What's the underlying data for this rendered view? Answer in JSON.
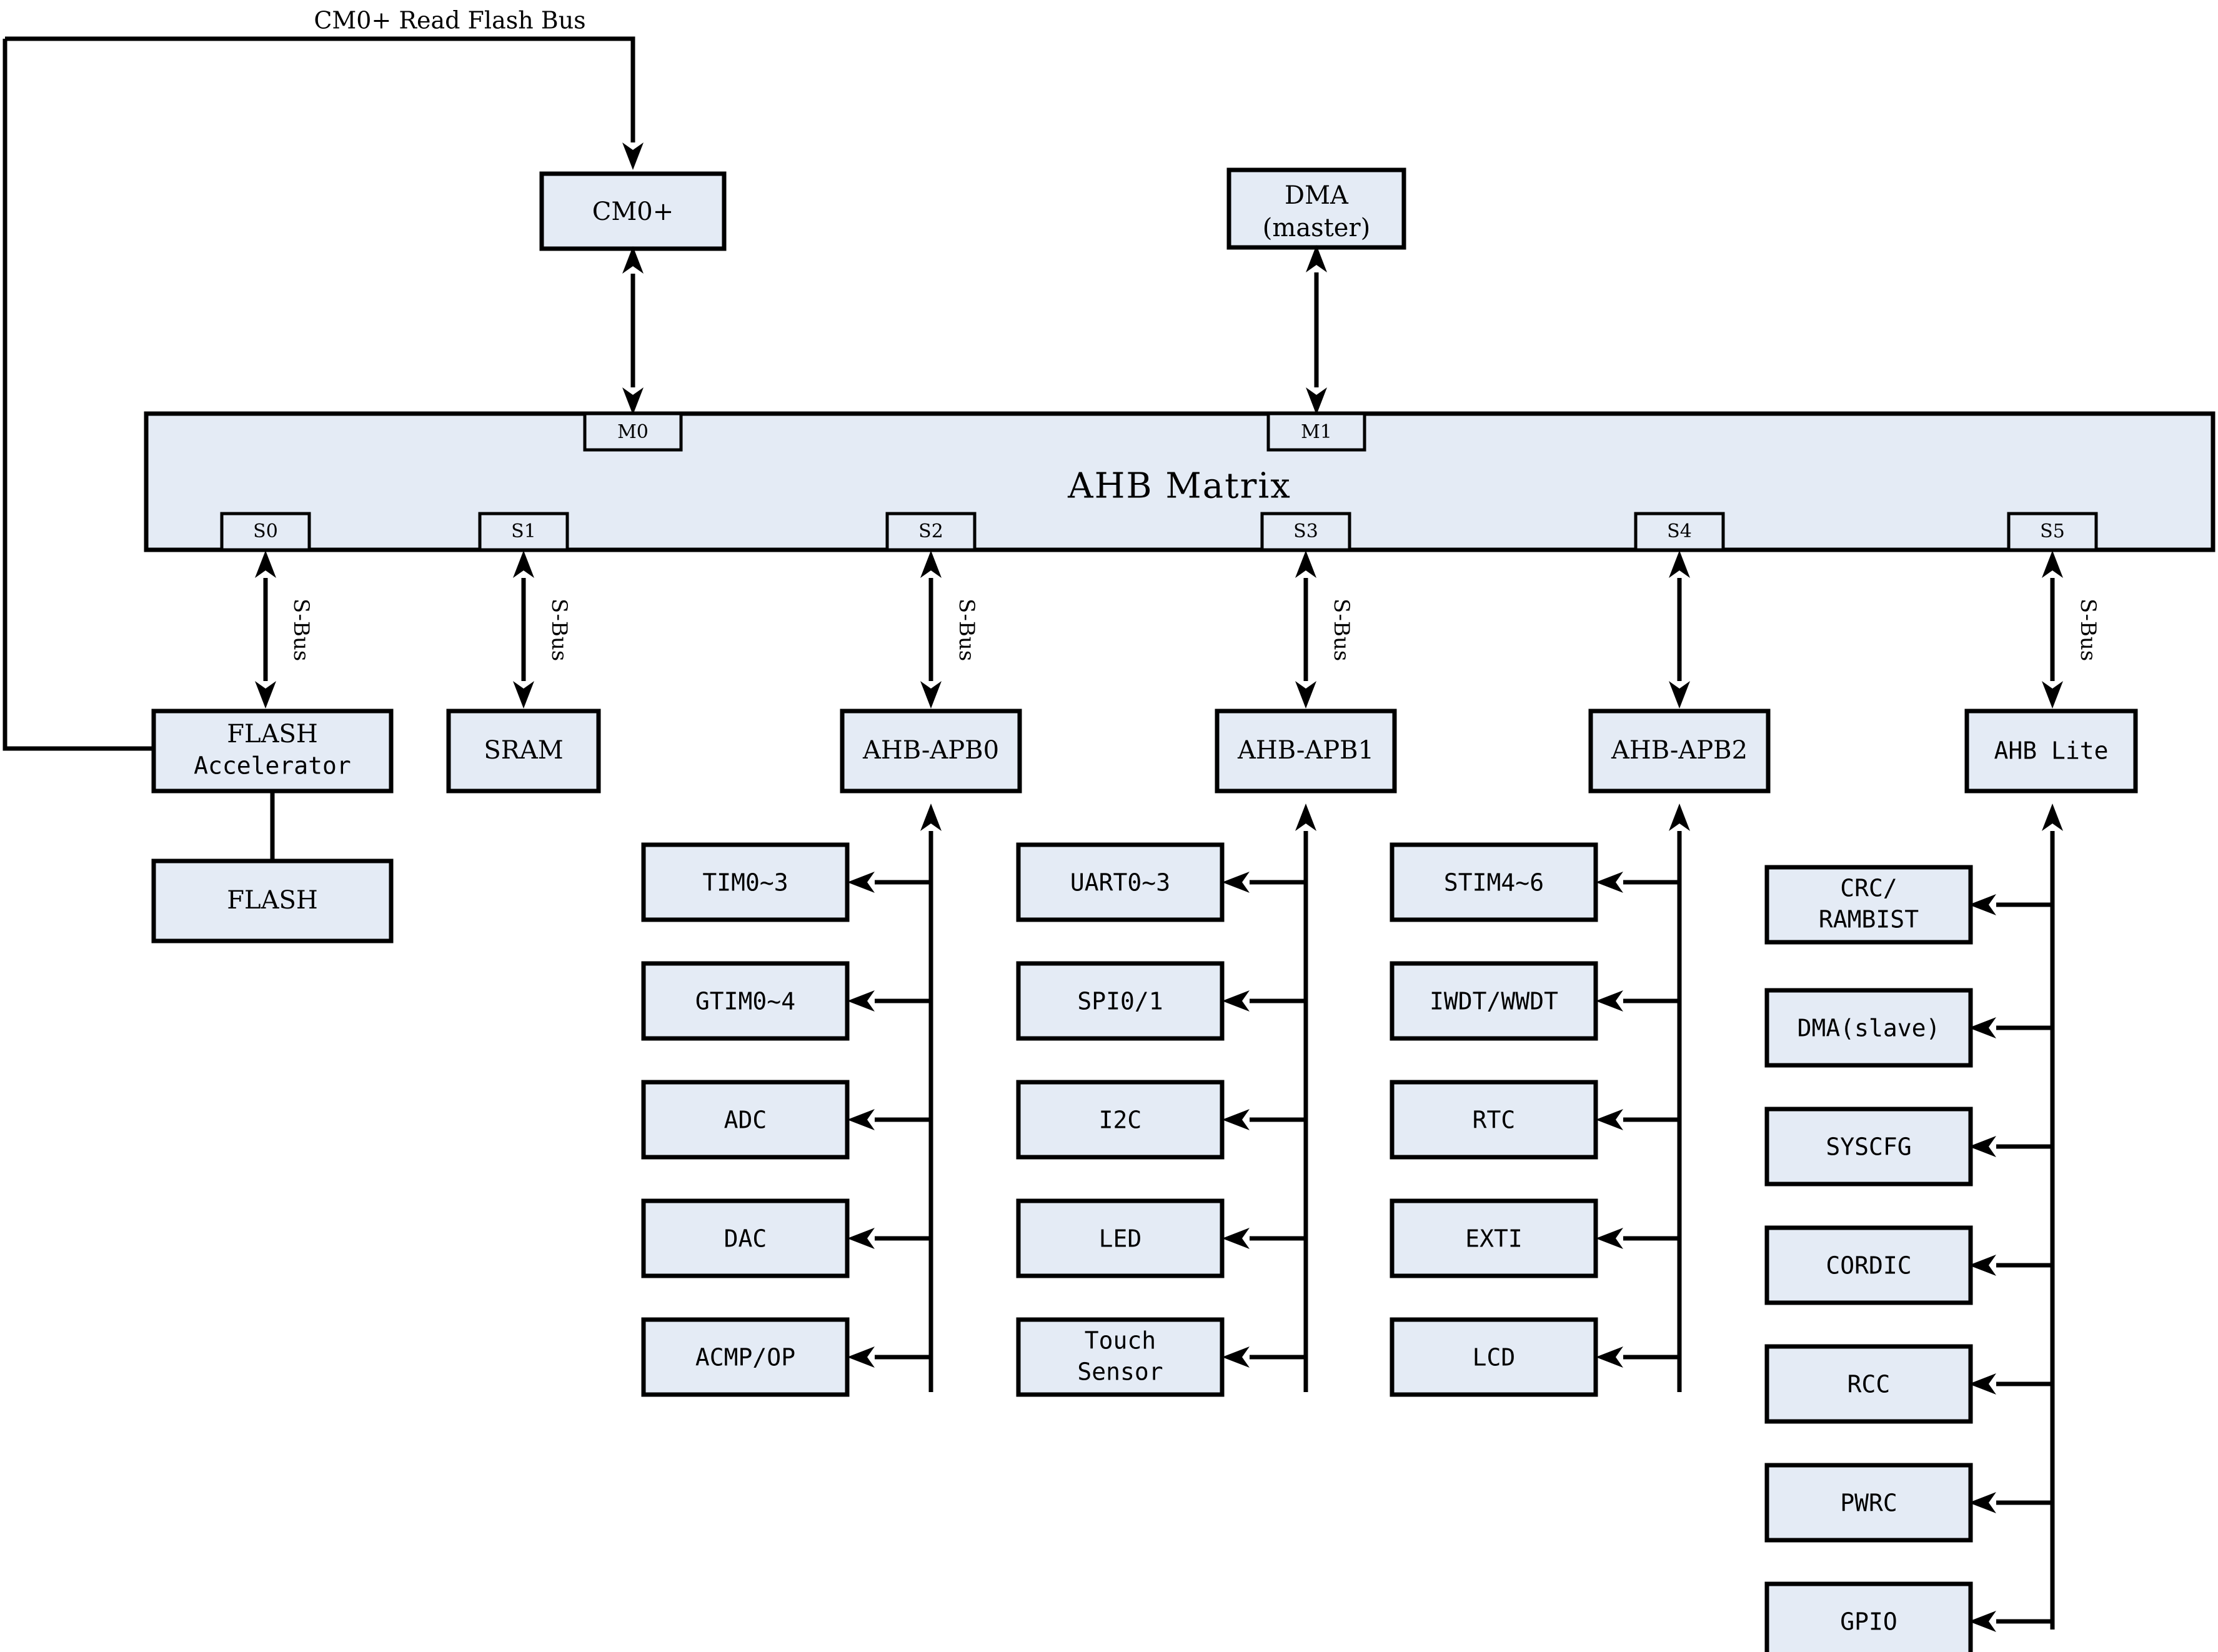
{
  "diagram": {
    "title_bus_label": "CM0+ Read Flash Bus",
    "matrix": {
      "label": "AHB Matrix",
      "master_ports": [
        "M0",
        "M1"
      ],
      "slave_ports": [
        "S0",
        "S1",
        "S2",
        "S3",
        "S4",
        "S5"
      ]
    },
    "masters": [
      {
        "id": "cpu",
        "label": "CM0+",
        "port": "M0"
      },
      {
        "id": "dma-master",
        "label_line1": "DMA",
        "label_line2": "(master)",
        "port": "M1"
      }
    ],
    "bus_link_label": "S-Bus",
    "slaves": [
      {
        "id": "flash-accelerator",
        "port": "S0",
        "label_line1": "FLASH",
        "label_line2": "Accelerator"
      },
      {
        "id": "sram",
        "port": "S1",
        "label": "SRAM"
      },
      {
        "id": "ahb-apb0",
        "port": "S2",
        "label": "AHB-APB0"
      },
      {
        "id": "ahb-apb1",
        "port": "S3",
        "label": "AHB-APB1"
      },
      {
        "id": "ahb-apb2",
        "port": "S4",
        "label": "AHB-APB2"
      },
      {
        "id": "ahb-lite",
        "port": "S5",
        "label": "AHB Lite"
      }
    ],
    "flash_memory": {
      "label": "FLASH"
    },
    "peripheral_columns": [
      {
        "bridge": "AHB-APB0",
        "items": [
          "TIM0~3",
          "GTIM0~4",
          "ADC",
          "DAC",
          "ACMP/OP"
        ]
      },
      {
        "bridge": "AHB-APB1",
        "items": [
          "UART0~3",
          "SPI0/1",
          "I2C",
          "LED",
          "Touch Sensor"
        ]
      },
      {
        "bridge": "AHB-APB2",
        "items": [
          "STIM4~6",
          "IWDT/WWDT",
          "RTC",
          "EXTI",
          "LCD"
        ]
      },
      {
        "bridge": "AHB Lite",
        "items": [
          "CRC/ RAMBIST",
          "DMA(slave)",
          "SYSCFG",
          "CORDIC",
          "RCC",
          "PWRC",
          "GPIO"
        ]
      }
    ],
    "colors": {
      "box_fill": "#e4ebf5",
      "stroke": "#000000",
      "background": "#ffffff"
    }
  }
}
